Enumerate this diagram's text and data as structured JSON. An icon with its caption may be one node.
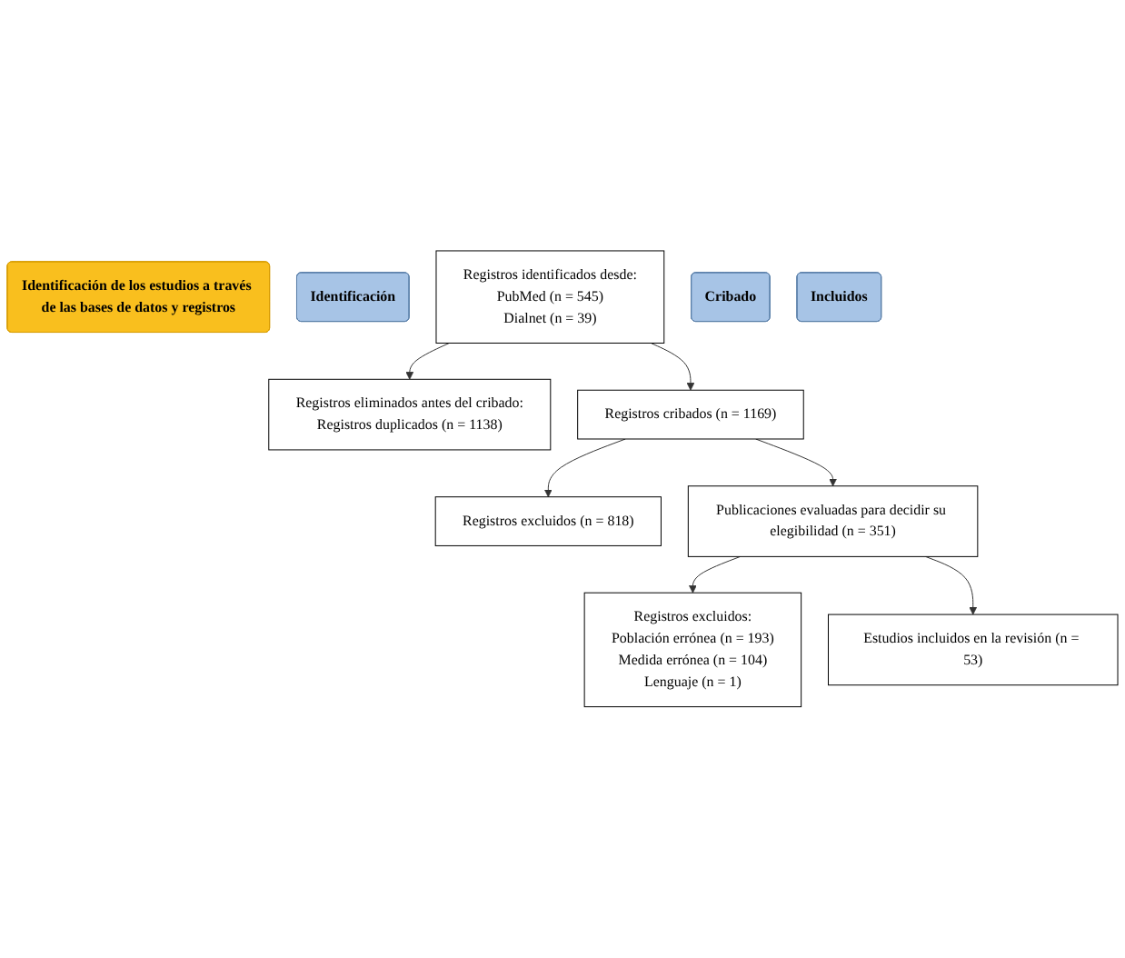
{
  "diagram": {
    "nodes": [
      {
        "text": [
          "Identificación de los estudios a través de las bases de datos y registros"
        ]
      },
      {
        "text": [
          "Identificación"
        ]
      },
      {
        "text": [
          "Registros identificados desde:",
          "PubMed (n = 545)",
          "Dialnet (n = 39)"
        ]
      },
      {
        "text": [
          "Registros eliminados antes del cribado:",
          "Registros duplicados (n = 1138)"
        ]
      },
      {
        "text": [
          "Cribado"
        ]
      },
      {
        "text": [
          "Registros cribados (n = 1169)"
        ]
      },
      {
        "text": [
          "Registros excluidos (n = 818)"
        ]
      },
      {
        "text": [
          "Publicaciones evaluadas para decidir su elegibilidad (n = 351)"
        ]
      },
      {
        "text": [
          "Registros excluidos:",
          "Población errónea (n = 193)",
          "Medida errónea (n = 104)",
          "Lenguaje (n = 1)"
        ]
      },
      {
        "text": [
          "Incluidos"
        ]
      },
      {
        "text": [
          "Estudios incluidos en la revisión (n = 53)"
        ]
      }
    ],
    "edges": [
      {
        "from": 2,
        "to": 3,
        "arrow": "to"
      },
      {
        "from": 2,
        "to": 5,
        "arrow": "to"
      },
      {
        "from": 5,
        "to": 6,
        "arrow": "to"
      },
      {
        "from": 5,
        "to": 7,
        "arrow": "to"
      },
      {
        "from": 7,
        "to": 8,
        "arrow": "to"
      },
      {
        "from": 7,
        "to": 10,
        "arrow": "to"
      }
    ]
  }
}
